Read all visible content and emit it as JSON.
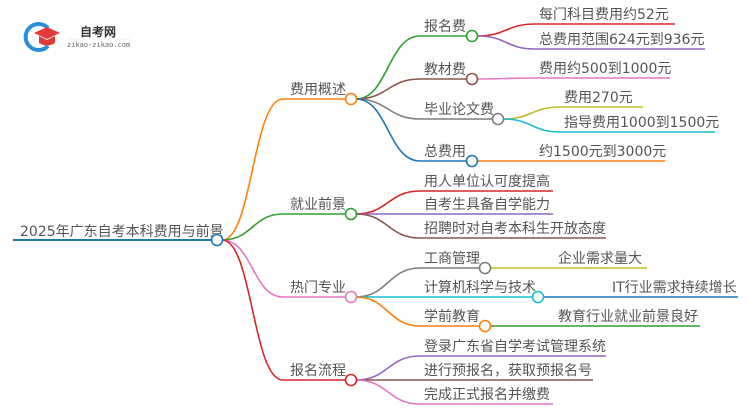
{
  "logo": {
    "name": "自考网",
    "url": "zikao-zikao.com"
  },
  "root": "2025年广东自考本科费用与前景",
  "branches": [
    {
      "label": "费用概述",
      "children": [
        {
          "label": "报名费",
          "children": [
            "每门科目费用约52元",
            "总费用范围624元到936元"
          ]
        },
        {
          "label": "教材费",
          "children": [
            "费用约500到1000元"
          ]
        },
        {
          "label": "毕业论文费",
          "children": [
            "费用270元",
            "指导费用1000到1500元"
          ]
        },
        {
          "label": "总费用",
          "children": [
            "约1500元到3000元"
          ]
        }
      ]
    },
    {
      "label": "就业前景",
      "children": [
        {
          "label": "用人单位认可度提高"
        },
        {
          "label": "自考生具备自学能力"
        },
        {
          "label": "招聘时对自考本科生开放态度"
        }
      ]
    },
    {
      "label": "热门专业",
      "children": [
        {
          "label": "工商管理",
          "children": [
            "企业需求量大"
          ]
        },
        {
          "label": "计算机科学与技术",
          "children": [
            "IT行业需求持续增长"
          ]
        },
        {
          "label": "学前教育",
          "children": [
            "教育行业就业前景良好"
          ]
        }
      ]
    },
    {
      "label": "报名流程",
      "children": [
        {
          "label": "登录广东省自学考试管理系统"
        },
        {
          "label": "进行预报名，获取预报名号"
        },
        {
          "label": "完成正式报名并缴费"
        }
      ]
    }
  ],
  "colors": {
    "blue": "#1f77b4",
    "orange": "#ff7f0e",
    "green": "#2ca02c",
    "red": "#d62728",
    "purple": "#9467bd",
    "brown": "#8c564b",
    "pink": "#e377c2",
    "gray": "#7f7f7f",
    "olive": "#bcbd22",
    "cyan": "#17becf"
  }
}
